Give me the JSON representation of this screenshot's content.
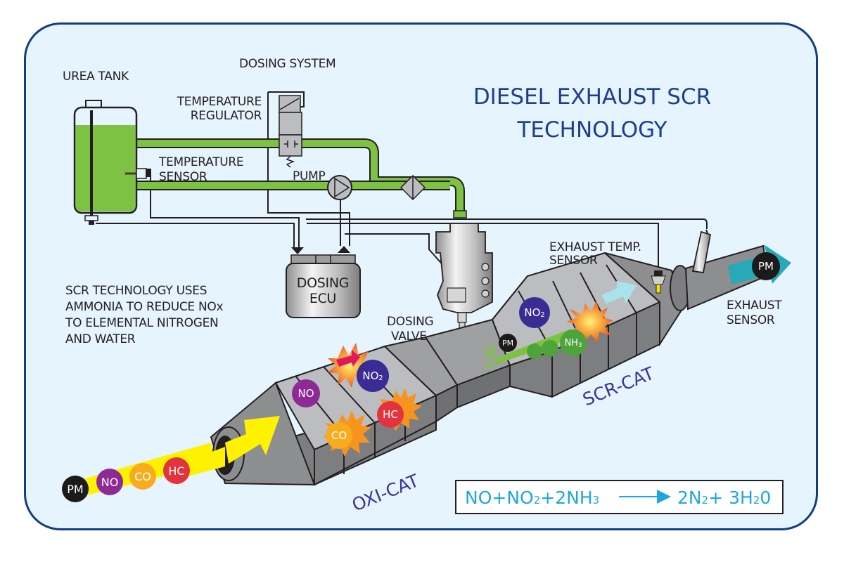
{
  "title": {
    "line1": "DIESEL EXHAUST SCR",
    "line2": "TECHNOLOGY"
  },
  "labels": {
    "urea_tank": "UREA TANK",
    "dosing_system": "DOSING SYSTEM",
    "temperature_regulator": [
      "TEMPERATURE",
      "REGULATOR"
    ],
    "temperature_sensor": [
      "TEMPERATURE",
      "SENSOR"
    ],
    "pump": "PUMP",
    "dosing_ecu": [
      "DOSING",
      "ECU"
    ],
    "dosing_valve": [
      "DOSING",
      "VALVE"
    ],
    "exhaust_temp_sensor": [
      "EXHAUST TEMP.",
      "SENSOR"
    ],
    "exhaust_sensor": [
      "EXHAUST",
      "SENSOR"
    ],
    "oxi_cat": "OXI-CAT",
    "scr_cat": "SCR-CAT"
  },
  "description": [
    "SCR TECHNOLOGY USES",
    "AMMONIA TO REDUCE NOx",
    "TO ELEMENTAL NITROGEN",
    "AND WATER"
  ],
  "inlet_molecules": [
    {
      "label": "PM",
      "color": "#1c1a1b"
    },
    {
      "label": "NO",
      "color": "#8e2a96"
    },
    {
      "label": "CO",
      "color": "#f7ac1d"
    },
    {
      "label": "HC",
      "color": "#e2343f"
    }
  ],
  "oxi_molecules": {
    "no": {
      "label": "NO",
      "color": "#8e2a96"
    },
    "no2": {
      "label": "NO",
      "sub": "2",
      "color": "#3b2b95"
    },
    "hc": {
      "label": "HC",
      "color": "#e2343f"
    },
    "co": {
      "label": "CO",
      "color": "#f7ac1d"
    }
  },
  "scr_molecules": {
    "no2": {
      "label": "NO",
      "sub": "2",
      "color": "#3b2b95"
    },
    "pm": {
      "label": "PM",
      "color": "#1c1a1b"
    },
    "nh3": {
      "label": "NH",
      "sub": "3",
      "color": "#4ea33a"
    }
  },
  "outlet_molecule": {
    "label": "PM",
    "color": "#1c1a1b"
  },
  "equation": {
    "reactants": [
      {
        "text": "NO"
      },
      {
        "text": "+"
      },
      {
        "text": "NO",
        "sub": "2"
      },
      {
        "text": "+"
      },
      {
        "text": "2NH",
        "sub": "3"
      }
    ],
    "products": [
      {
        "text": "2N",
        "sub": "2"
      },
      {
        "text": "+ "
      },
      {
        "text": "3H",
        "sub": "2"
      },
      {
        "text": "0"
      }
    ]
  },
  "colors": {
    "frame_border": "#123d86",
    "background": "#e6f4fd",
    "urea_green": "#7dc242",
    "title_blue": "#1d3f91",
    "equation_cyan": "#1fa6e0",
    "catalyst_label": "#3a3597",
    "gas_flow_yellow": "#fff200",
    "outlet_flow_teal": "#27a9b8"
  }
}
